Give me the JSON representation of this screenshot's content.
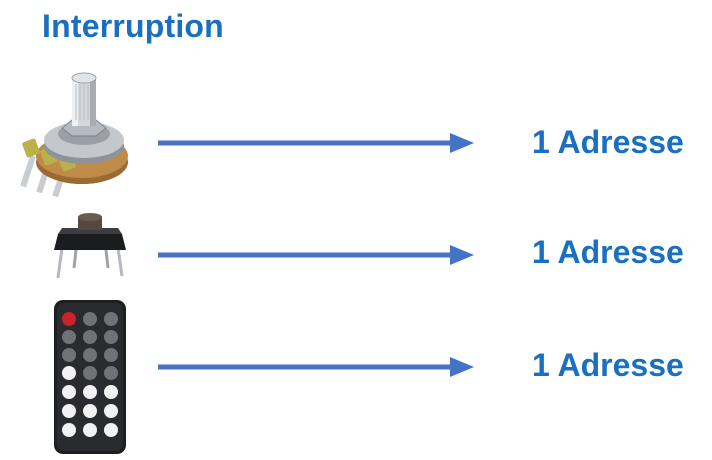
{
  "title": "Interruption",
  "rows": [
    {
      "device": "potentiometer-icon",
      "target": "1 Adresse"
    },
    {
      "device": "push-button-icon",
      "target": "1 Adresse"
    },
    {
      "device": "ir-remote-icon",
      "target": "1 Adresse"
    }
  ],
  "colors": {
    "accent": "#1a6fc0",
    "arrow": "#4472c4"
  }
}
